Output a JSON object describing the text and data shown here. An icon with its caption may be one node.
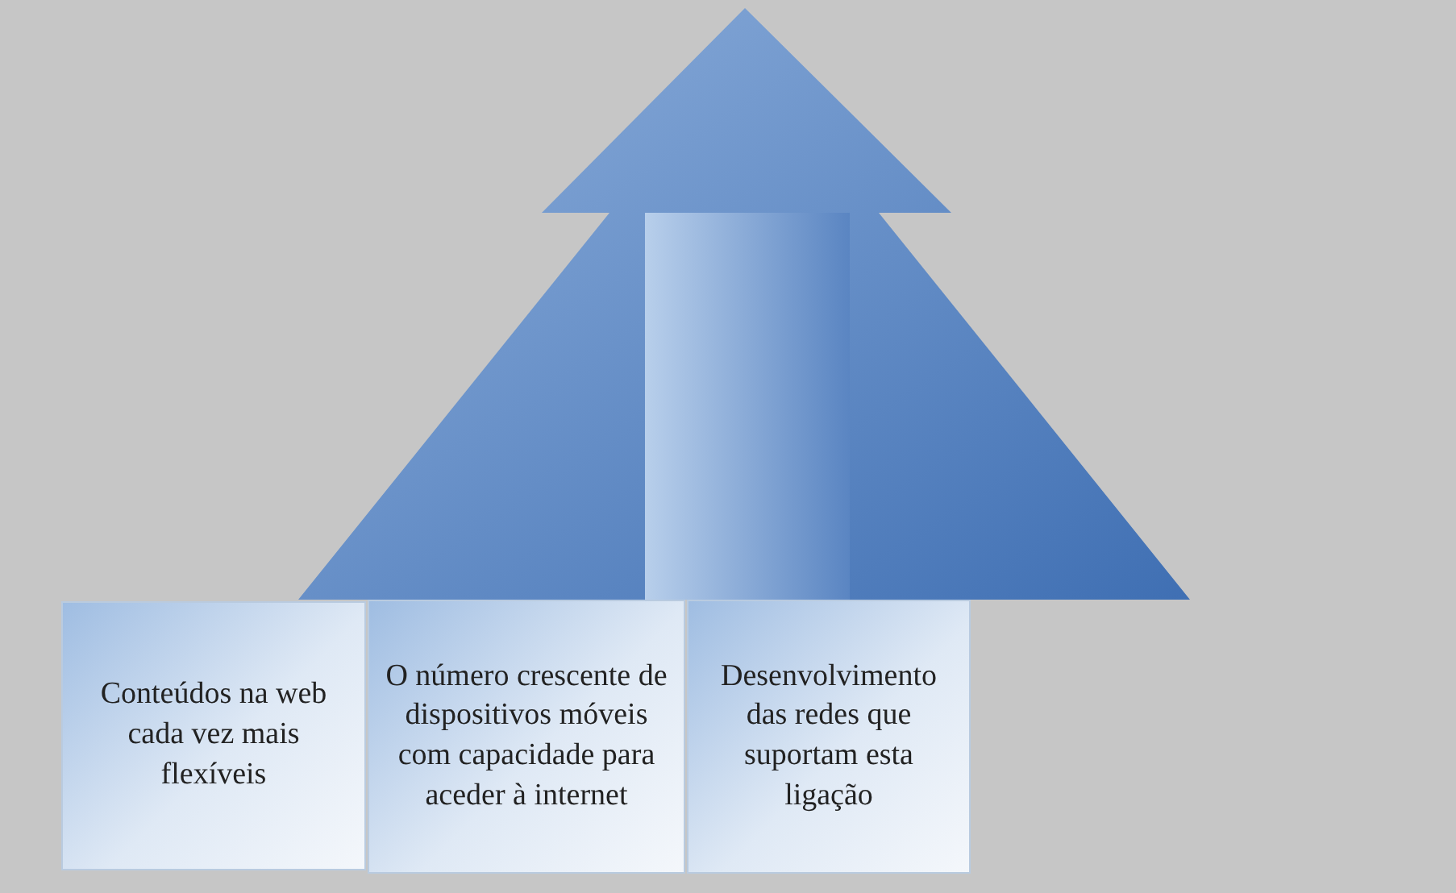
{
  "diagram": {
    "nodes": [
      {
        "text": [
          "Conteúdos na web cada vez mais flexíveis"
        ]
      },
      {
        "text": [
          "O número crescente de dispositivos móveis com capacidade para aceder à internet"
        ]
      },
      {
        "text": [
          "Desenvolvimento das redes que suportam esta ligação"
        ]
      }
    ]
  }
}
